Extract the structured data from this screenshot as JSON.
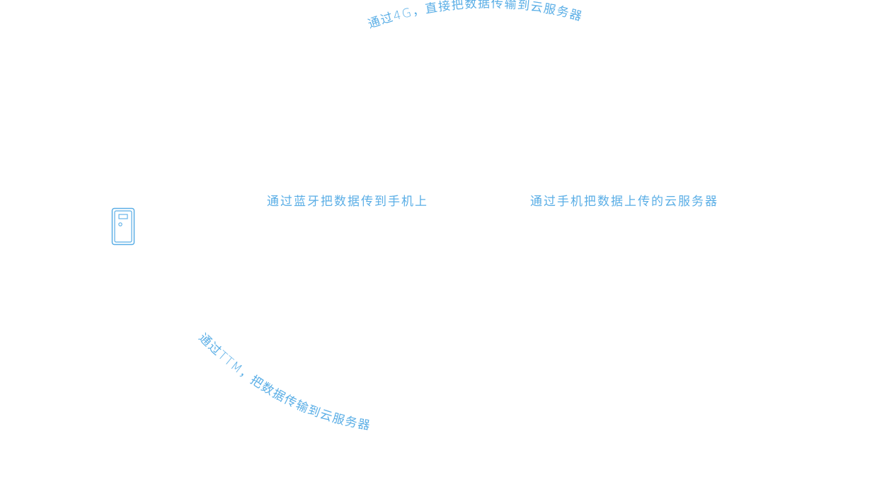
{
  "colors": {
    "accent": "#5aaee6",
    "background": "#ffffff"
  },
  "device": {
    "icon": "data-logger-device-icon"
  },
  "labels": {
    "via_4g": "通过4G，直接把数据传输到云服务器",
    "via_bluetooth": "通过蓝牙把数据传到手机上",
    "via_phone": "通过手机把数据上传的云服务器",
    "via_ttm": "通过TTM，把数据传输到云服务器"
  }
}
